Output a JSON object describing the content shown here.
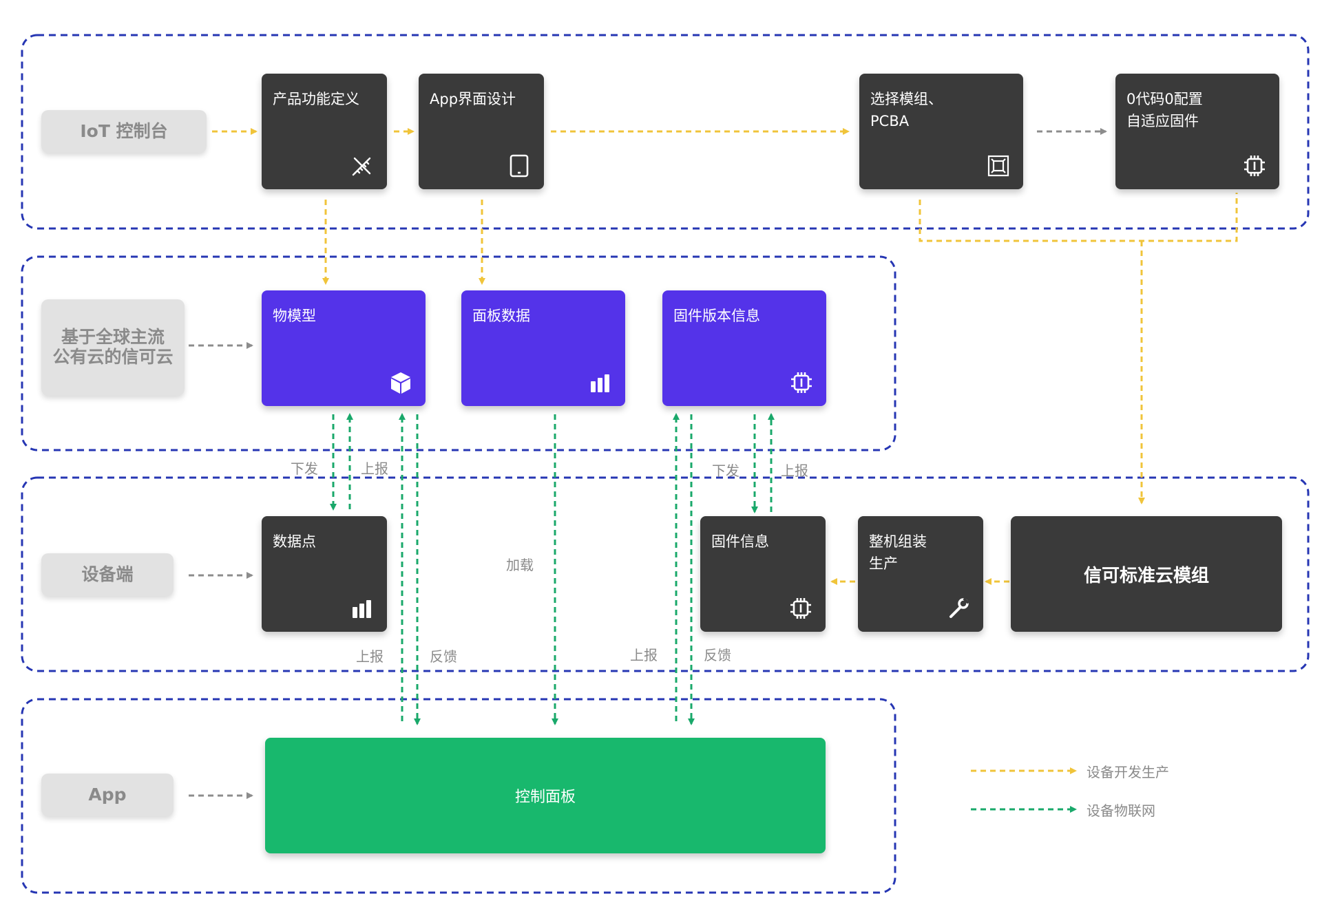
{
  "colors": {
    "zone_border": "#2636b3",
    "dev_line": "#f0c43a",
    "iot_line": "#19a86a",
    "gray_line": "#8c8c8c",
    "dark_box": "#3a3a3a",
    "purple_box": "#5433e9",
    "green_box": "#18b86d"
  },
  "zones": {
    "console": {
      "label": "IoT 控制台"
    },
    "cloud": {
      "label": "基于全球主流\n公有云的信可云"
    },
    "device": {
      "label": "设备端"
    },
    "app": {
      "label": "App"
    }
  },
  "boxes": {
    "product_def": {
      "title": "产品功能定义",
      "icon": "ruler-pencil-icon"
    },
    "app_ui": {
      "title": "App界面设计",
      "icon": "tablet-icon"
    },
    "module_select": {
      "title": "选择模组、\nPCBA",
      "icon": "chip-board-icon"
    },
    "zero_code": {
      "title": "0代码0配置\n自适应固件",
      "icon": "chip-icon"
    },
    "thing_model": {
      "title": "物模型",
      "icon": "cube-icon"
    },
    "panel_data": {
      "title": "面板数据",
      "icon": "bar-chart-icon"
    },
    "firmware_version": {
      "title": "固件版本信息",
      "icon": "chip-icon"
    },
    "data_point": {
      "title": "数据点",
      "icon": "bar-chart-icon"
    },
    "firmware_info": {
      "title": "固件信息",
      "icon": "chip-icon"
    },
    "assembly": {
      "title": "整机组装\n生产",
      "icon": "wrench-icon"
    },
    "std_module": {
      "title": "信可标准云模组"
    },
    "control_panel": {
      "title": "控制面板"
    }
  },
  "flow_labels": {
    "down1": "下发",
    "up1": "上报",
    "load": "加载",
    "down2": "下发",
    "up2": "上报",
    "report1": "上报",
    "feedback1": "反馈",
    "report2": "上报",
    "feedback2": "反馈"
  },
  "legend": {
    "dev": "设备开发生产",
    "iot": "设备物联网"
  }
}
